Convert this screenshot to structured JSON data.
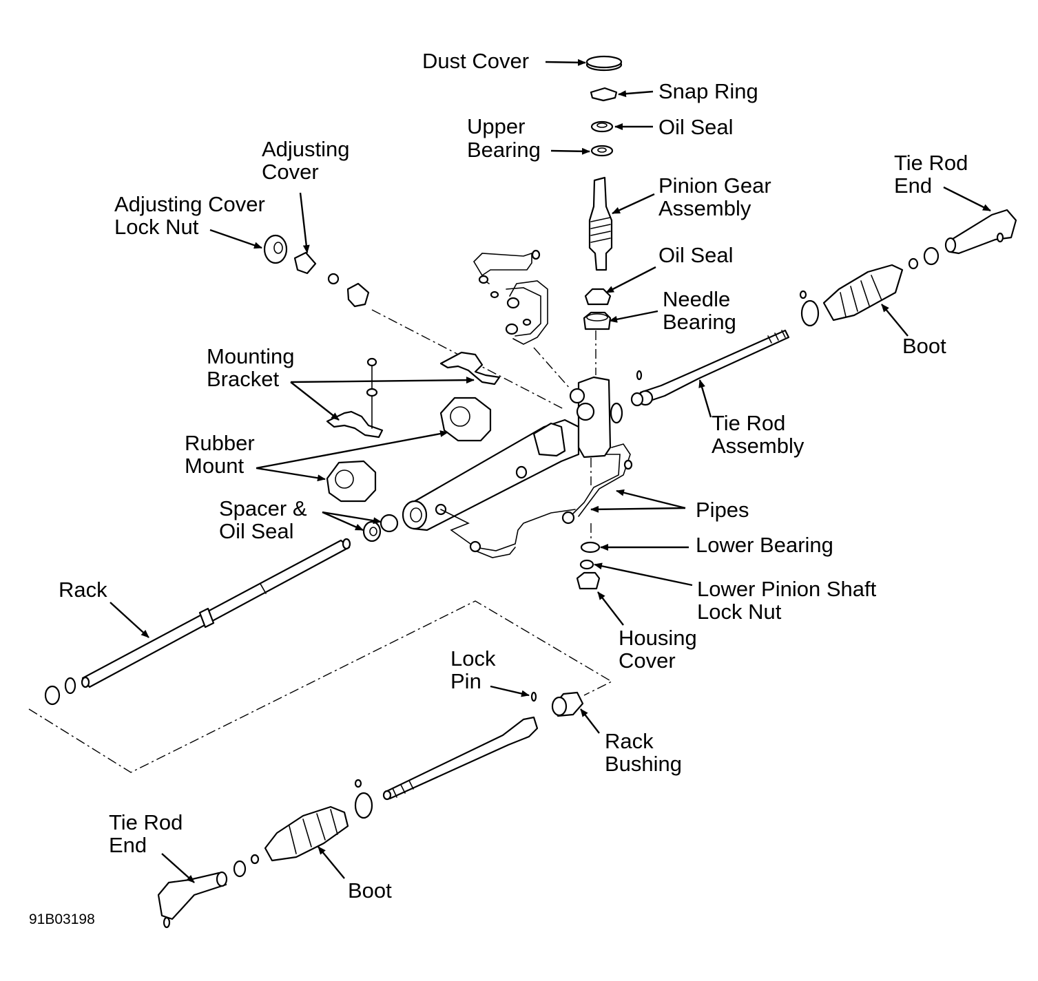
{
  "figure_id": "91B03198",
  "labels": {
    "dust_cover": "Dust Cover",
    "snap_ring": "Snap Ring",
    "oil_seal_upper": "Oil Seal",
    "upper_bearing": [
      "Upper",
      "Bearing"
    ],
    "adjusting_cover": [
      "Adjusting",
      "Cover"
    ],
    "adjusting_cover_lock_nut": [
      "Adjusting Cover",
      "Lock Nut"
    ],
    "pinion_gear_assembly": [
      "Pinion Gear",
      "Assembly"
    ],
    "oil_seal_lower": "Oil Seal",
    "needle_bearing": [
      "Needle",
      "Bearing"
    ],
    "tie_rod_end_right": [
      "Tie Rod",
      "End"
    ],
    "boot_right": "Boot",
    "mounting_bracket": [
      "Mounting",
      "Bracket"
    ],
    "rubber_mount": [
      "Rubber",
      "Mount"
    ],
    "tie_rod_assembly": [
      "Tie Rod",
      "Assembly"
    ],
    "spacer_oil_seal": [
      "Spacer &",
      "Oil Seal"
    ],
    "pipes": "Pipes",
    "lower_bearing": "Lower Bearing",
    "lower_pinion_shaft_lock_nut": [
      "Lower Pinion Shaft",
      "Lock Nut"
    ],
    "housing_cover": [
      "Housing",
      "Cover"
    ],
    "rack": "Rack",
    "lock_pin": [
      "Lock",
      "Pin"
    ],
    "rack_bushing": [
      "Rack",
      "Bushing"
    ],
    "tie_rod_end_left": [
      "Tie Rod",
      "End"
    ],
    "boot_left": "Boot"
  }
}
